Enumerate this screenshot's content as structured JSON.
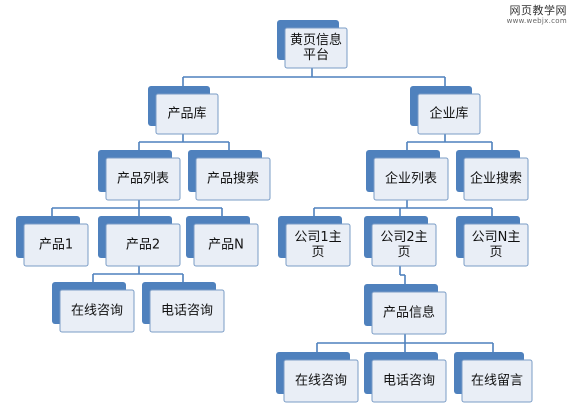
{
  "watermark": {
    "site_name": "网页教学网",
    "site_url": "www.webjx.com"
  },
  "nodes": [
    {
      "id": "root",
      "lines": [
        "黄页信息",
        "平台"
      ]
    },
    {
      "id": "product-library",
      "lines": [
        "产品库"
      ]
    },
    {
      "id": "company-library",
      "lines": [
        "企业库"
      ]
    },
    {
      "id": "product-list",
      "lines": [
        "产品列表"
      ]
    },
    {
      "id": "product-search",
      "lines": [
        "产品搜索"
      ]
    },
    {
      "id": "company-list",
      "lines": [
        "企业列表"
      ]
    },
    {
      "id": "company-search",
      "lines": [
        "企业搜索"
      ]
    },
    {
      "id": "product-1",
      "lines": [
        "产品1"
      ]
    },
    {
      "id": "product-2",
      "lines": [
        "产品2"
      ]
    },
    {
      "id": "product-n",
      "lines": [
        "产品N"
      ]
    },
    {
      "id": "company-1",
      "lines": [
        "公司1主",
        "页"
      ]
    },
    {
      "id": "company-2",
      "lines": [
        "公司2主",
        "页"
      ]
    },
    {
      "id": "company-n",
      "lines": [
        "公司N主",
        "页"
      ]
    },
    {
      "id": "online-consult-1",
      "lines": [
        "在线咨询"
      ]
    },
    {
      "id": "phone-consult-1",
      "lines": [
        "电话咨询"
      ]
    },
    {
      "id": "product-info",
      "lines": [
        "产品信息"
      ]
    },
    {
      "id": "online-consult-2",
      "lines": [
        "在线咨询"
      ]
    },
    {
      "id": "phone-consult-2",
      "lines": [
        "电话咨询"
      ]
    },
    {
      "id": "online-message",
      "lines": [
        "在线留言"
      ]
    }
  ],
  "edges": [
    [
      "root",
      "product-library"
    ],
    [
      "root",
      "company-library"
    ],
    [
      "product-library",
      "product-list"
    ],
    [
      "product-library",
      "product-search"
    ],
    [
      "company-library",
      "company-list"
    ],
    [
      "company-library",
      "company-search"
    ],
    [
      "product-list",
      "product-1"
    ],
    [
      "product-list",
      "product-2"
    ],
    [
      "product-list",
      "product-n"
    ],
    [
      "company-list",
      "company-1"
    ],
    [
      "company-list",
      "company-2"
    ],
    [
      "company-list",
      "company-n"
    ],
    [
      "product-2",
      "online-consult-1"
    ],
    [
      "product-2",
      "phone-consult-1"
    ],
    [
      "company-2",
      "product-info"
    ],
    [
      "product-info",
      "online-consult-2"
    ],
    [
      "product-info",
      "phone-consult-2"
    ],
    [
      "product-info",
      "online-message"
    ]
  ]
}
